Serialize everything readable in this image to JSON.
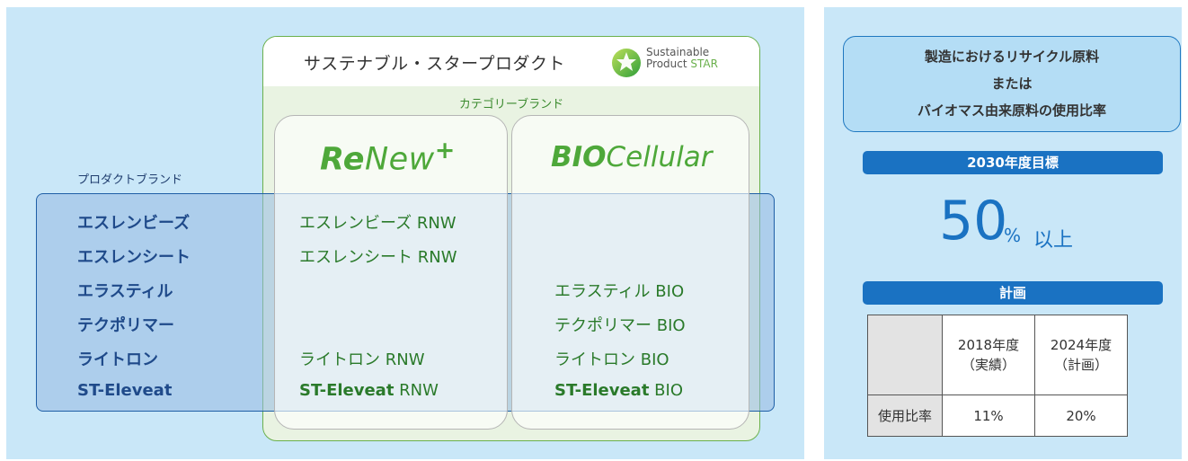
{
  "left": {
    "title": "サステナブル・スタープロダクト",
    "badge_line1": "Sustainable",
    "badge_line2_a": "Product ",
    "badge_line2_b": "STAR",
    "category_label": "カテゴリーブランド",
    "product_brand_label": "プロダクトブランド",
    "renew_logo": {
      "re": "Re",
      "new": "New",
      "plus": "+"
    },
    "bio_logo": {
      "bio": "BIO",
      "cellular": "Cellular"
    },
    "brands": [
      "エスレンビーズ",
      "エスレンシート",
      "エラスティル",
      "テクポリマー",
      "ライトロン",
      "ST-Eleveat"
    ],
    "renew_items": {
      "r0": "エスレンビーズ RNW",
      "r1": "エスレンシート RNW",
      "r4": "ライトロン RNW",
      "r5a": "ST-Eleveat",
      "r5b": " RNW"
    },
    "bio_items": {
      "b2": "エラスティル BIO",
      "b3": "テクポリマー BIO",
      "b4": "ライトロン BIO",
      "b5a": "ST-Eleveat",
      "b5b": " BIO"
    }
  },
  "right": {
    "metric_lines": [
      "製造におけるリサイクル原料",
      "または",
      "バイオマス由来原料の使用比率"
    ],
    "target_label": "2030年度目標",
    "target_value": "50",
    "target_unit": "%",
    "target_suffix": "以上",
    "plan_label": "計画",
    "table": {
      "col1": [
        "2018年度",
        "（実績）"
      ],
      "col2": [
        "2024年度",
        "（計画）"
      ],
      "row_label": "使用比率",
      "v1": "11%",
      "v2": "20%"
    }
  },
  "colors": {
    "panel_bg": "#c9e7f8",
    "green_accent": "#4ea83a",
    "blue_accent": "#1a72c2",
    "brand_blue": "#1f4a8a"
  }
}
